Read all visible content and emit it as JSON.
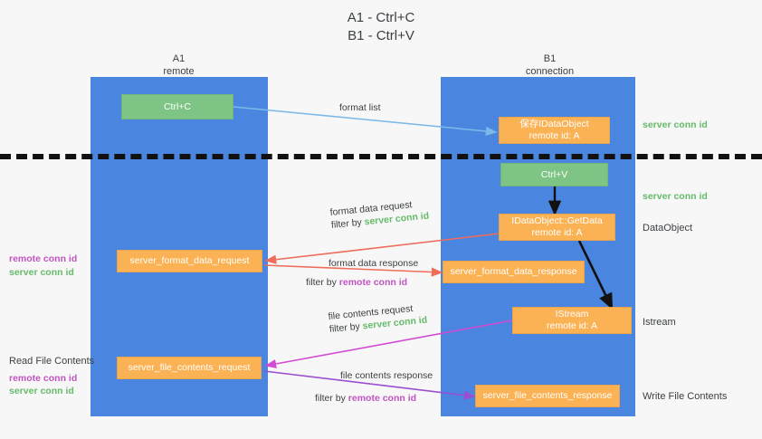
{
  "title": {
    "line1": "A1 - Ctrl+C",
    "line2": "B1 - Ctrl+V"
  },
  "columns": [
    {
      "name": "A1",
      "role": "remote"
    },
    {
      "name": "B1",
      "role": "connection"
    }
  ],
  "nodes": {
    "ctrl_c": {
      "line1": "Ctrl+C"
    },
    "ctrl_v": {
      "line1": "Ctrl+V"
    },
    "data_object_saved": {
      "line1": "保存IDataObject",
      "line2": "remote id: A"
    },
    "get_data": {
      "line1": "IDataObject::GetData",
      "line2": "remote id: A"
    },
    "istream": {
      "line1": "IStream",
      "line2": "remote id: A"
    },
    "server_format_data_request": {
      "line1": "server_format_data_request"
    },
    "server_format_data_response": {
      "line1": "server_format_data_response"
    },
    "server_file_contents_request": {
      "line1": "server_file_contents_request"
    },
    "server_file_contents_response": {
      "line1": "server_file_contents_response"
    }
  },
  "edge_labels": {
    "format_list": "format list",
    "format_data_request": "format data request",
    "format_data_response": "format data response",
    "file_contents_request": "file contents request",
    "file_contents_response": "file contents response",
    "filter_by": "filter by",
    "server_conn_id": "server conn id",
    "remote_conn_id": "remote conn id"
  },
  "right_labels": {
    "server_conn_id_top": "server conn id",
    "server_conn_id_mid": "server conn id",
    "data_object": "DataObject",
    "istream": "Istream",
    "write_file_contents": "Write File Contents"
  },
  "left_labels": {
    "remote_conn_id_1": "remote conn id",
    "server_conn_id_1": "server conn id",
    "read_file_contents": "Read File Contents",
    "remote_conn_id_2": "remote conn id",
    "server_conn_id_2": "server conn id"
  },
  "colors": {
    "lane": "#4a86e0",
    "node_orange": "#fbb254",
    "node_green": "#7ec585",
    "accent_green_text": "#66bb6a",
    "accent_magenta_text": "#c154c1",
    "arrow_blue": "#7cb8e8",
    "arrow_red": "#ef6c5a",
    "arrow_magenta": "#d24bd2",
    "arrow_purple": "#9a4fd0",
    "arrow_black": "#111111",
    "background": "#f7f7f7"
  }
}
